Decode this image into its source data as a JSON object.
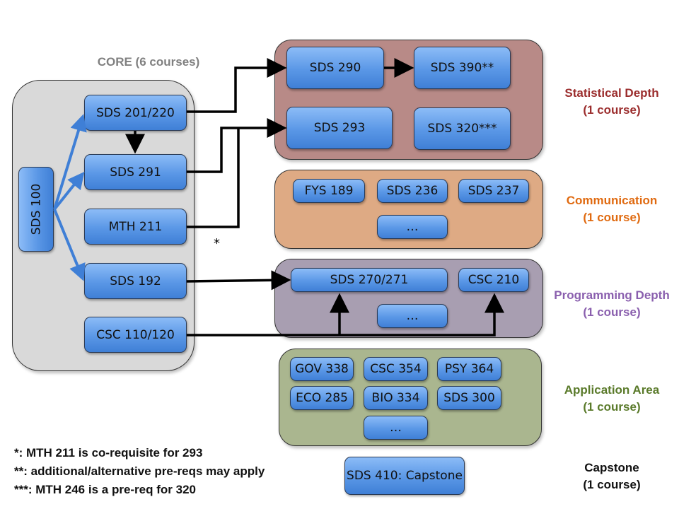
{
  "core": {
    "title": "CORE (6 courses)",
    "courses": {
      "sds100": "SDS 100",
      "sds201": "SDS 201/220",
      "sds291": "SDS 291",
      "mth211": "MTH 211",
      "sds192": "SDS 192",
      "csc110": "CSC 110/120"
    }
  },
  "asterisk": "*",
  "statistical_depth": {
    "label_line1": "Statistical Depth",
    "label_line2": "(1 course)",
    "color": "#9b2d2d",
    "bg": "#b88a87",
    "courses": [
      "SDS 290",
      "SDS 390**",
      "SDS 293",
      "SDS 320***"
    ]
  },
  "communication": {
    "label_line1": "Communication",
    "label_line2": "(1 course)",
    "color": "#e06a10",
    "bg": "#deaa84",
    "courses": [
      "FYS 189",
      "SDS 236",
      "SDS 237",
      "…"
    ]
  },
  "programming_depth": {
    "label_line1": "Programming Depth",
    "label_line2": "(1 course)",
    "color": "#8a5fae",
    "bg": "#a89eb1",
    "courses": [
      "SDS 270/271",
      "CSC 210",
      "…"
    ]
  },
  "application_area": {
    "label_line1": "Application Area",
    "label_line2": "(1 course)",
    "color": "#5a7a2a",
    "bg": "#aab68f",
    "courses": [
      "GOV 338",
      "CSC 354",
      "PSY 364",
      "ECO 285",
      "BIO 334",
      "SDS 300",
      "…"
    ]
  },
  "capstone": {
    "label_line1": "Capstone",
    "label_line2": "(1 course)",
    "color": "#111111",
    "course": "SDS 410: Capstone"
  },
  "footnotes": [
    "*: MTH 211 is co-requisite for 293",
    "**: additional/alternative pre-reqs may apply",
    "***: MTH 246 is a pre-req for 320"
  ]
}
